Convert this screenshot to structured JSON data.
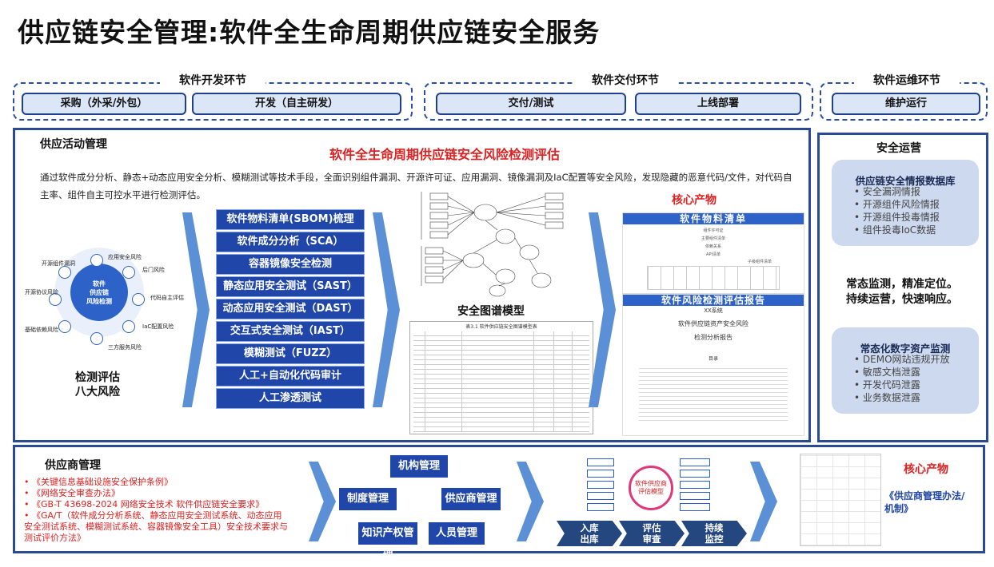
{
  "title": "供应链安全管理:软件全生命周期供应链安全服务",
  "phases": {
    "dev": {
      "label": "软件开发环节",
      "items": [
        "采购（外采/外包）",
        "开发（自主研发）"
      ]
    },
    "delivery": {
      "label": "软件交付环节",
      "items": [
        "交付/测试",
        "上线部署"
      ]
    },
    "ops": {
      "label": "软件运维环节",
      "items": [
        "维护运行"
      ]
    }
  },
  "activity": {
    "heading": "供应活动管理",
    "subtitle": "软件全生命周期供应链安全风险检测评估",
    "description": "通过软件成分分析、静态+动态应用安全分析、模糊测试等技术手段，全面识别组件漏洞、开源许可证、应用漏洞、镜像漏洞及IaC配置等安全风险，发现隐藏的恶意代码/文件，对代码自主率、组件自主可控水平进行检测评估。",
    "circle": {
      "center": "软件\n供应链\n风险检测",
      "label_line1": "检测评估",
      "label_line2": "八大风险",
      "risks": [
        "应用安全风险",
        "后门风险",
        "代码自主评估",
        "IaC配置风险",
        "三方服务风险",
        "基础依赖风险",
        "开源协议风险",
        "开源组件漏洞"
      ]
    },
    "steps": [
      "软件物料清单(SBOM)梳理",
      "软件成分分析（SCA）",
      "容器镜像安全检测",
      "静态应用安全测试（SAST）",
      "动态应用安全测试（DAST）",
      "交互式安全测试（IAST）",
      "模糊测试（FUZZ）",
      "人工+自动化代码审计",
      "人工渗透测试"
    ],
    "graph_label": "安全图谱模型",
    "table_caption": "表3.1 软件供应链安全图谱模型表",
    "core_output": "核心产物",
    "doc1_title": "软件物料清单",
    "doc1_lines": [
      "组件许可证",
      "主要组件清单",
      "依赖关系",
      "API清单",
      "子级组件清单"
    ],
    "doc2_title": "软件风险检测评估报告",
    "doc2_lines": [
      "XX系统",
      "软件供应链资产安全风险",
      "检测分析报告",
      "目录"
    ]
  },
  "ops_panel": {
    "heading": "安全运营",
    "intel": {
      "title": "供应链安全情报数据库",
      "items": [
        "安全漏洞情报",
        "开源组件风险情报",
        "开源组件投毒情报",
        "组件投毒IoC数据"
      ]
    },
    "slogan1": "常态监测，精准定位。",
    "slogan2": "持续运营，快速响应。",
    "monitor": {
      "title": "常态化数字资产监测",
      "items": [
        "DEMO网站违规开放",
        "敏感文档泄露",
        "开发代码泄露",
        "业务数据泄露"
      ]
    }
  },
  "supplier": {
    "heading": "供应商管理",
    "laws": [
      "《关键信息基础设施安全保护条例》",
      "《网络安全审查办法》",
      "《GB-T 43698-2024 网络安全技术 软件供应链安全要求》",
      "《GA/T（软件成分分析系统、静态应用安全测试系统、动态应用安全测试系统、模糊测试系统、容器镜像安全工具）安全技术要求与测试评价方法》"
    ],
    "mgmt": [
      "机构管理",
      "制度管理",
      "供应商管理",
      "知识产权管理",
      "人员管理"
    ],
    "model": "软件供应商\n评估模型",
    "stages": [
      "入库\n出库",
      "评估\n审查",
      "持续\n监控"
    ],
    "core_output": "核心产物",
    "output_doc": "《供应商管理办法/\n机制》"
  },
  "colors": {
    "accent": "#1f46a8",
    "red": "#e02020",
    "arrow": "#5b8fd6",
    "border": "#2b4a94"
  }
}
